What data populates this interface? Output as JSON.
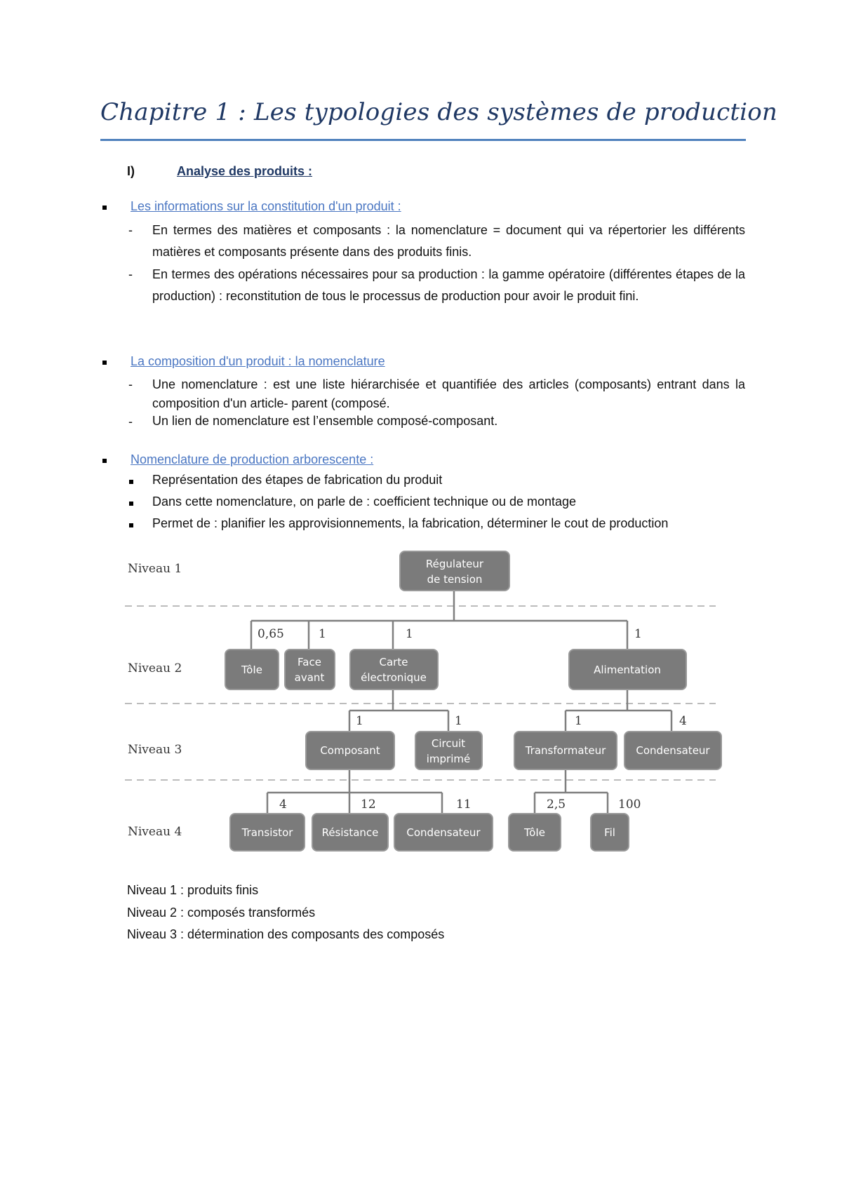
{
  "title": "Chapitre 1 : Les typologies des systèmes de production",
  "section": {
    "number": "I)",
    "title": "Analyse des produits :"
  },
  "block1": {
    "heading": "Les informations sur la constitution d'un produit :",
    "items": [
      "En termes des matières et composants : la nomenclature = document qui va répertorier les différents matières et composants présente dans des produits finis.",
      "En termes des opérations nécessaires pour sa production : la gamme opératoire (différentes étapes de la production) : reconstitution de tous le processus de production pour avoir le produit fini."
    ]
  },
  "block2": {
    "heading": "La composition d'un produit : la nomenclature",
    "items": [
      "Une nomenclature : est une liste hiérarchisée et quantifiée des articles (composants) entrant dans la composition d'un article- parent (composé.",
      "Un lien de nomenclature est l’ensemble composé-composant."
    ]
  },
  "block3": {
    "heading": "Nomenclature de production arborescente :",
    "items": [
      "Représentation des étapes de fabrication du produit",
      "Dans cette nomenclature, on parle de : coefficient technique ou de montage",
      "Permet de : planifier les approvisionnements, la fabrication, déterminer le cout de production"
    ]
  },
  "diagram": {
    "levels": [
      "Niveau 1",
      "Niveau 2",
      "Niveau 3",
      "Niveau 4"
    ],
    "nodes": {
      "regulateur": [
        "Régulateur",
        "de tension"
      ],
      "tole1": [
        "TôIe"
      ],
      "face": [
        "Face",
        "avant"
      ],
      "carte": [
        "Carte",
        "électronique"
      ],
      "alimentation": [
        "Alimentation"
      ],
      "composant": [
        "Composant"
      ],
      "circuit": [
        "Circuit",
        "imprimé"
      ],
      "transformateur": [
        "Transformateur"
      ],
      "condensateur3": [
        "Condensateur"
      ],
      "transistor": [
        "Transistor"
      ],
      "resistance": [
        "Résistance"
      ],
      "condensateur4": [
        "Condensateur"
      ],
      "tole2": [
        "TôIe"
      ],
      "fil": [
        "Fil"
      ]
    },
    "coefficients": {
      "tole1": "0,65",
      "face": "1",
      "carte": "1",
      "alimentation": "1",
      "composant": "1",
      "circuit": "1",
      "transformateur": "1",
      "condensateur3": "4",
      "transistor": "4",
      "resistance": "12",
      "condensateur4": "11",
      "tole2": "2,5",
      "fil": "100"
    }
  },
  "legend": [
    "Niveau 1 : produits finis",
    "Niveau 2 : composés transformés",
    "Niveau 3 : détermination des composants des composés"
  ]
}
